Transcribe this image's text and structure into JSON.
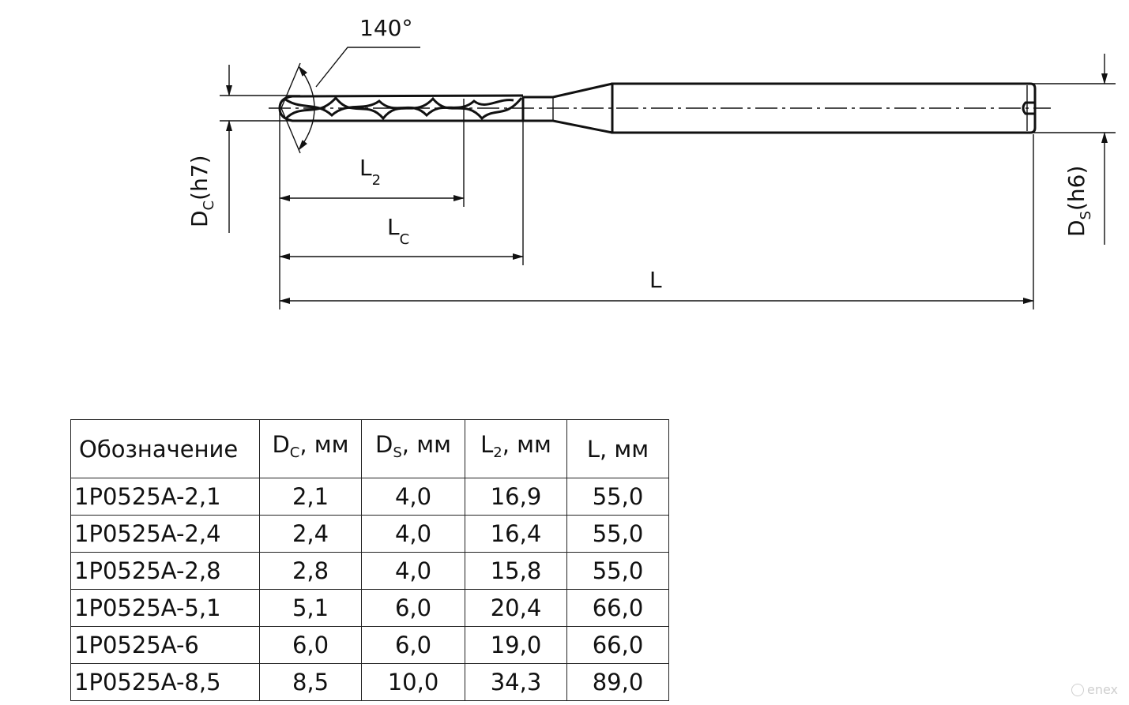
{
  "drawing": {
    "angle_label": "140°",
    "dc_label": {
      "main": "D",
      "sub": "C",
      "suffix": "(h7)"
    },
    "ds_label": {
      "main": "D",
      "sub": "S",
      "suffix": "(h6)"
    },
    "l2_label": {
      "main": "L",
      "sub": "2"
    },
    "lc_label": {
      "main": "L",
      "sub": "C"
    },
    "l_label": "L"
  },
  "table": {
    "headers": [
      {
        "main": "Обозначение",
        "sub": "",
        "unit": ""
      },
      {
        "main": "D",
        "sub": "C",
        "unit": ", мм"
      },
      {
        "main": "D",
        "sub": "S",
        "unit": ", мм"
      },
      {
        "main": "L",
        "sub": "2",
        "unit": ", мм"
      },
      {
        "main": "L",
        "sub": "",
        "unit": ", мм"
      }
    ],
    "rows": [
      [
        "1P0525A-2,1",
        "2,1",
        "4,0",
        "16,9",
        "55,0"
      ],
      [
        "1P0525A-2,4",
        "2,4",
        "4,0",
        "16,4",
        "55,0"
      ],
      [
        "1P0525A-2,8",
        "2,8",
        "4,0",
        "15,8",
        "55,0"
      ],
      [
        "1P0525A-5,1",
        "5,1",
        "6,0",
        "20,4",
        "66,0"
      ],
      [
        "1P0525A-6",
        "6,0",
        "6,0",
        "19,0",
        "66,0"
      ],
      [
        "1P0525A-8,5",
        "8,5",
        "10,0",
        "34,3",
        "89,0"
      ]
    ]
  },
  "watermark": {
    "text": "enex",
    "icon": "enex-logo-icon"
  }
}
